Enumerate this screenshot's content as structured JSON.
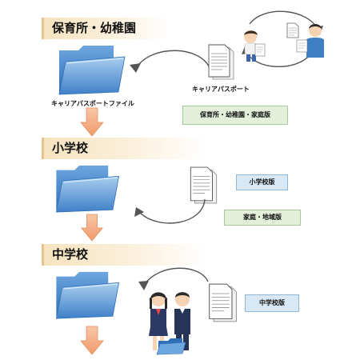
{
  "stages": {
    "preschool": "保育所・幼稚園",
    "elementary": "小学校",
    "junior_high": "中学校"
  },
  "labels": {
    "career_passport": "キャリアパスポート",
    "career_passport_file": "キャリアパスポートファイル"
  },
  "tags": {
    "preschool_home": "保育所・幼稚園・家庭版",
    "elementary": "小学校版",
    "home_community": "家庭・地域版",
    "junior_high": "中学校版"
  },
  "colors": {
    "stage_bg": "#f6e3bf",
    "arrow": "#f4b58f",
    "folder": "#4f8cd0",
    "tag_green": "#e3efd8",
    "tag_blue": "#d8e8f5"
  }
}
